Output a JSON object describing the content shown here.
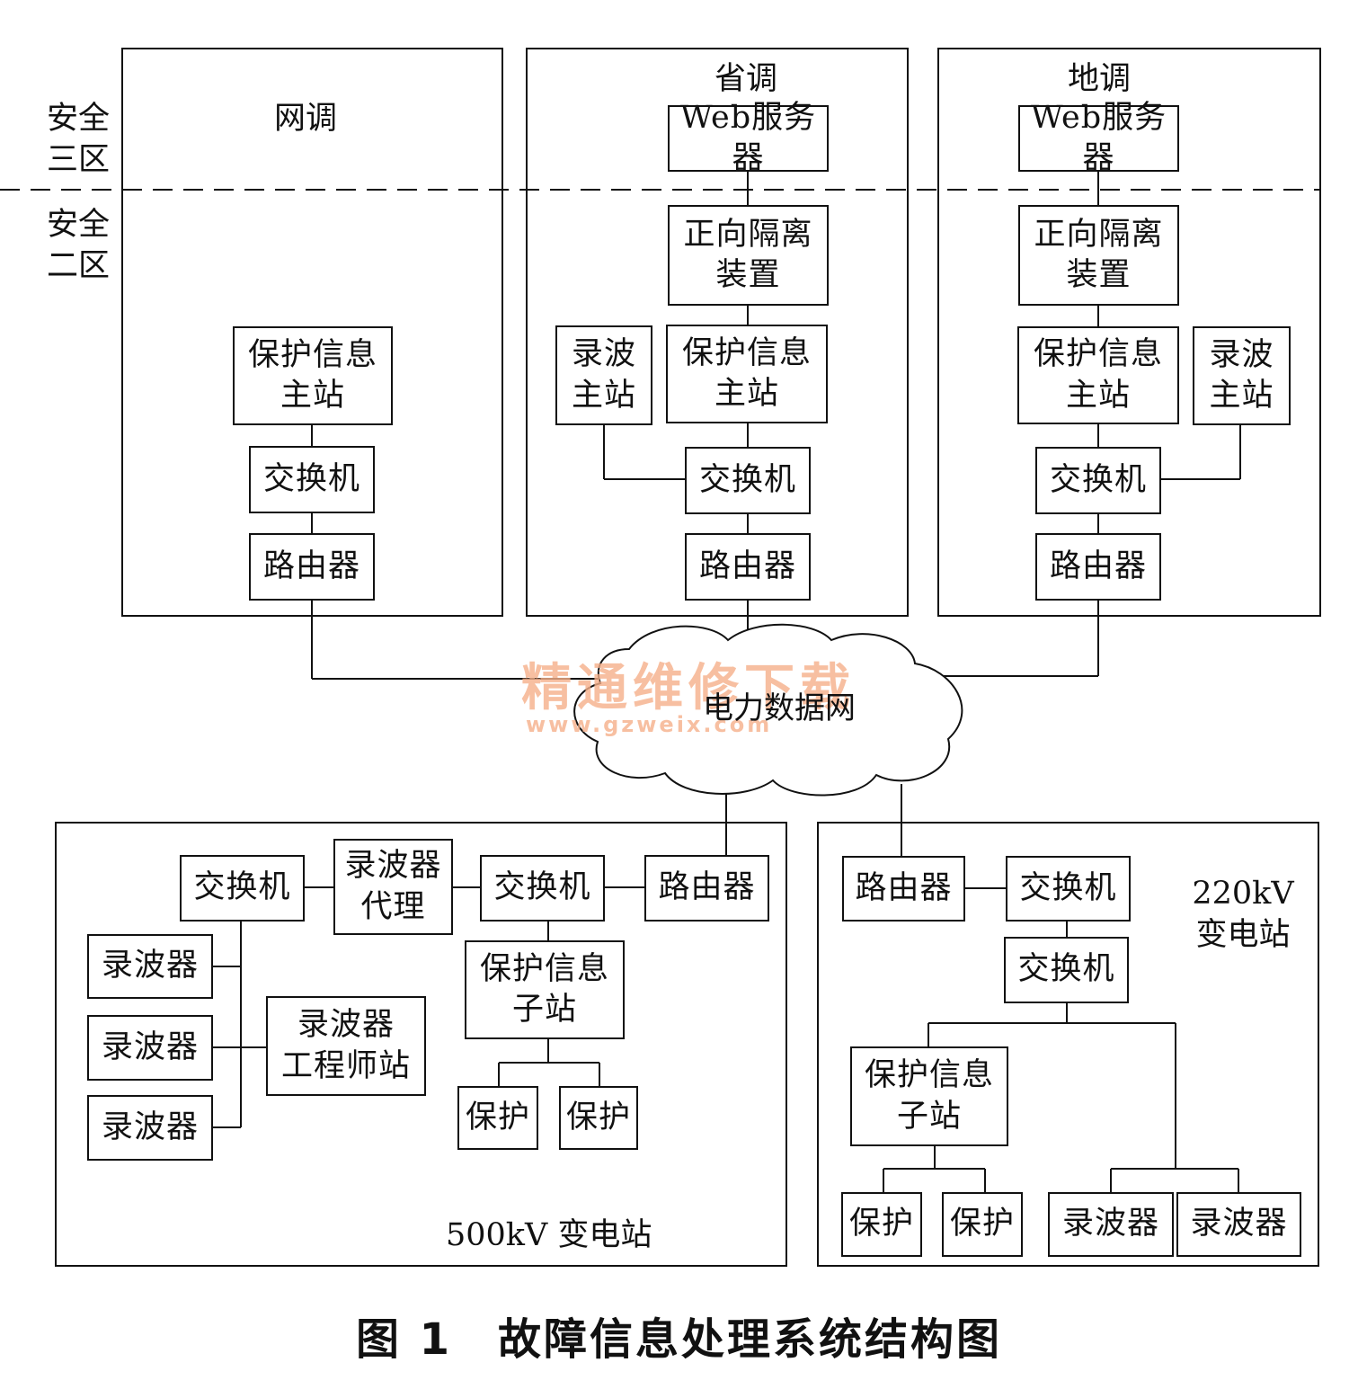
{
  "zones": {
    "zone3": "安全\n三区",
    "zone2": "安全\n二区"
  },
  "watermark": {
    "text": "精通维修下载",
    "url": "www.gzweix.com"
  },
  "network": {
    "label": "电力数据网"
  },
  "grid_dispatch": {
    "title": "网调",
    "protection_master": "保护信息\n主站",
    "switch": "交换机",
    "router": "路由器"
  },
  "province_dispatch": {
    "title": "省调",
    "web_server": "Web服务器",
    "isolation": "正向隔离\n装置",
    "protection_master": "保护信息\n主站",
    "recorder_master": "录波\n主站",
    "switch": "交换机",
    "router": "路由器"
  },
  "local_dispatch": {
    "title": "地调",
    "web_server": "Web服务器",
    "isolation": "正向隔离\n装置",
    "protection_master": "保护信息\n主站",
    "recorder_master": "录波\n主站",
    "switch": "交换机",
    "router": "路由器"
  },
  "substation_500": {
    "title": "500kV 变电站",
    "switch_left": "交换机",
    "recorder_proxy": "录波器\n代理",
    "switch_mid": "交换机",
    "router": "路由器",
    "protection_sub": "保护信息\n子站",
    "protection1": "保护",
    "protection2": "保护",
    "recorder1": "录波器",
    "recorder2": "录波器",
    "recorder3": "录波器",
    "engineer_station": "录波器\n工程师站"
  },
  "substation_220": {
    "title": "220kV\n变电站",
    "router": "路由器",
    "switch1": "交换机",
    "switch2": "交换机",
    "protection_sub": "保护信息\n子站",
    "protection1": "保护",
    "protection2": "保护",
    "recorder1": "录波器",
    "recorder2": "录波器"
  },
  "caption": "图 1　故障信息处理系统结构图"
}
